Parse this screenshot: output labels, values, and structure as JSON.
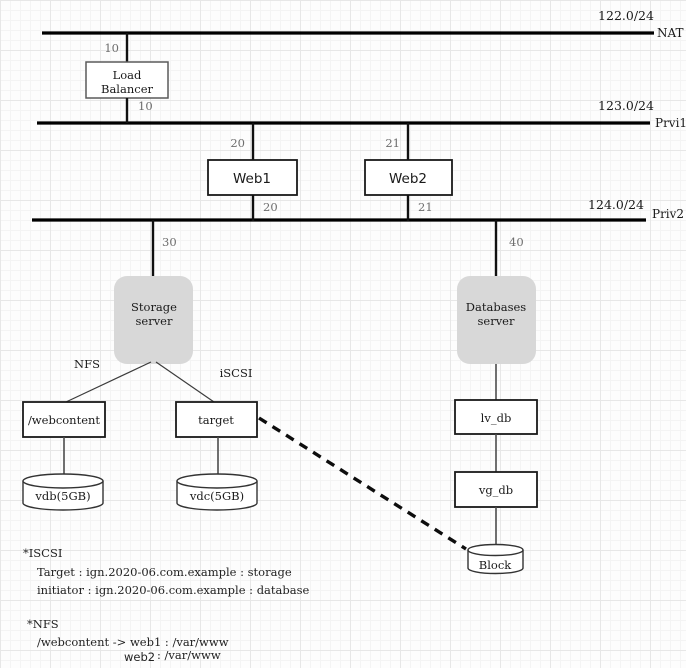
{
  "colors": {
    "bus_line": "#000000",
    "server_fill": "#d8d8d8",
    "box_fill": "#ffffff",
    "port_label": "#6e6e6e"
  },
  "networks": [
    {
      "subnet": "122.0/24",
      "name": "NAT"
    },
    {
      "subnet": "123.0/24",
      "name": "Prvi1"
    },
    {
      "subnet": "124.0/24",
      "name": "Priv2"
    }
  ],
  "nodes": {
    "load_balancer": {
      "line1": "Load",
      "line2": "Balancer",
      "port_top": "10",
      "port_bottom": "10"
    },
    "web1": {
      "label": "Web1",
      "port_top": "20",
      "port_bottom": "20"
    },
    "web2": {
      "label": "Web2",
      "port_top": "21",
      "port_bottom": "21"
    },
    "storage_server": {
      "line1": "Storage",
      "line2": "server",
      "port": "30"
    },
    "databases_server": {
      "line1": "Databases",
      "line2": "server",
      "port": "40"
    },
    "webcontent": {
      "label": "/webcontent"
    },
    "target": {
      "label": "target"
    },
    "vdb": {
      "label": "vdb(5GB)"
    },
    "vdc": {
      "label": "vdc(5GB)"
    },
    "lv_db": {
      "label": "lv_db"
    },
    "vg_db": {
      "label": "vg_db"
    },
    "block": {
      "label": "Block"
    }
  },
  "protocols": {
    "nfs": "NFS",
    "iscsi": "iSCSI"
  },
  "notes": {
    "iscsi_header": "*ISCSI",
    "iscsi_target": "Target : ign.2020-06.com.example : storage",
    "iscsi_initiator": "initiator : ign.2020-06.com.example : database",
    "nfs_header": "*NFS",
    "nfs_mapping1": "/webcontent -> web1 : /var/www",
    "nfs_mapping2_host": "web2",
    "nfs_mapping2_path": ": /var/www"
  }
}
